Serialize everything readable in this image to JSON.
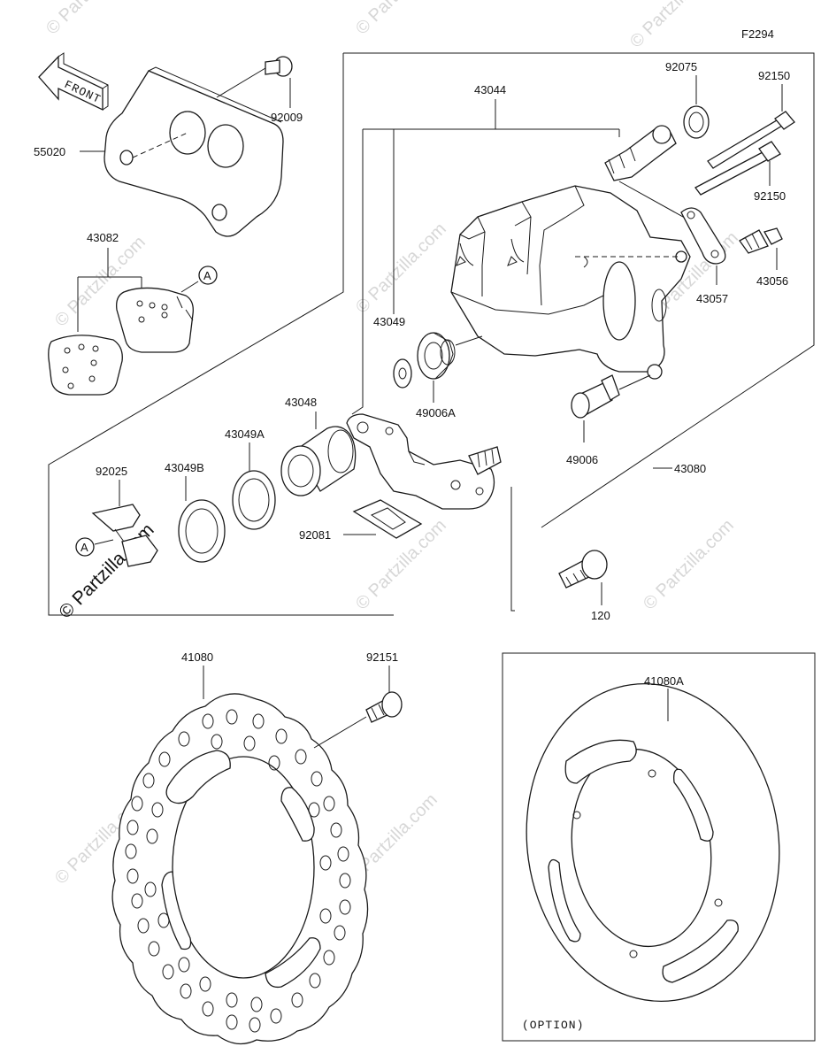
{
  "diagram": {
    "code": "F2294",
    "front_label": "FRONT",
    "option_label": "(OPTION)",
    "watermark_text": "© Partzilla.com",
    "callouts": {
      "c55020": "55020",
      "c92009": "92009",
      "c43082": "43082",
      "c43044": "43044",
      "c92075": "92075",
      "c92150a": "92150",
      "c92150b": "92150",
      "c43056": "43056",
      "c43057": "43057",
      "c43049": "43049",
      "c49006a": "49006A",
      "c49006": "49006",
      "c43080": "43080",
      "c43048": "43048",
      "c43049a": "43049A",
      "c43049b": "43049B",
      "c92025": "92025",
      "c92081": "92081",
      "c120": "120",
      "c41080": "41080",
      "c92151": "92151",
      "c41080a": "41080A",
      "refA1": "A",
      "refA2": "A"
    }
  }
}
